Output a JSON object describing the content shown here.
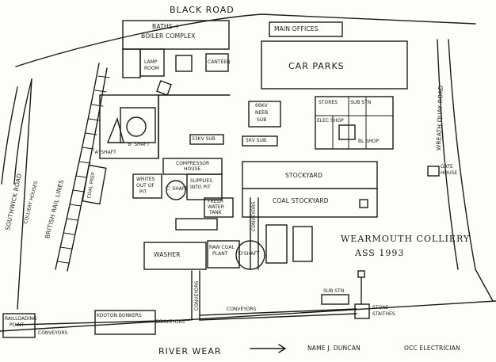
{
  "roads": {
    "black_road": "BLACK ROAD",
    "southwick_road": "SOUTHWICK ROAD",
    "wreath_quay_road": "WREATH QUAY ROAD",
    "british_rail_lines": "BRITISH RAIL LINES",
    "river_wear": "RIVER WEAR"
  },
  "buildings": {
    "baths_line1": "BATHS +",
    "baths_line2": "BOILER COMPLEX",
    "lamp_room_1": "LAMP",
    "lamp_room_2": "ROOM",
    "canteen": "CANTEEN",
    "main_offices": "MAIN OFFICES",
    "car_parks": "CAR PARKS",
    "b_shaft": "'B' SHAFT",
    "a_shaft": "'A' SHAFT",
    "c_shaft": "'C' SHAFT",
    "d_shaft": "'D'SHAFT",
    "sub_33kv": "33KV SUB",
    "sub_5kv": "5KV SUB",
    "neeb_1": "66KV",
    "neeb_2": "NEEB",
    "neeb_3": "SUB",
    "compressor_1": "COMPRESSOR",
    "compressor_2": "HOUSE",
    "whites_1": "WHITES",
    "whites_2": "OUT OF",
    "whites_3": "PIT",
    "supplies_1": "SUPPLIES",
    "supplies_2": "INTO PIT",
    "fresh_water_1": "FRESH",
    "fresh_water_2": "WATER",
    "fresh_water_3": "TANK",
    "stockyard": "STOCKYARD",
    "coal_stockyard": "COAL STOCKYARD",
    "washer": "WASHER",
    "raw_coal_1": "RAW COAL",
    "raw_coal_2": "PLANT",
    "stores": "STORES",
    "sub_stn_top": "SUB STN",
    "bl_shop": "BL SHOP",
    "elec_shop": "ELEC SHOP",
    "gate_house_1": "GATE",
    "gate_house_2": "HOUSE",
    "sub_stn": "SUB STN",
    "staiths_1": "STONE",
    "staiths_2": "STAITHES",
    "colliery_houses": "COLLIERY HOUSES",
    "coal_prep": "COAL PREP",
    "kooton_bonkers": "KOOTON BONKERS",
    "railloading_1": "RAILLOADING",
    "railloading_2": "POINT"
  },
  "conveyors": {
    "label": "CONVEYORS"
  },
  "title_block": {
    "line1": "WEARMOUTH COLLIERY",
    "line2": "ASS 1993",
    "name": "NAME J. DUNCAN",
    "occ": "OCC ELECTRICIAN"
  },
  "colors": {
    "ink": "#1a1a1a",
    "paper": "#fdfdfb"
  }
}
